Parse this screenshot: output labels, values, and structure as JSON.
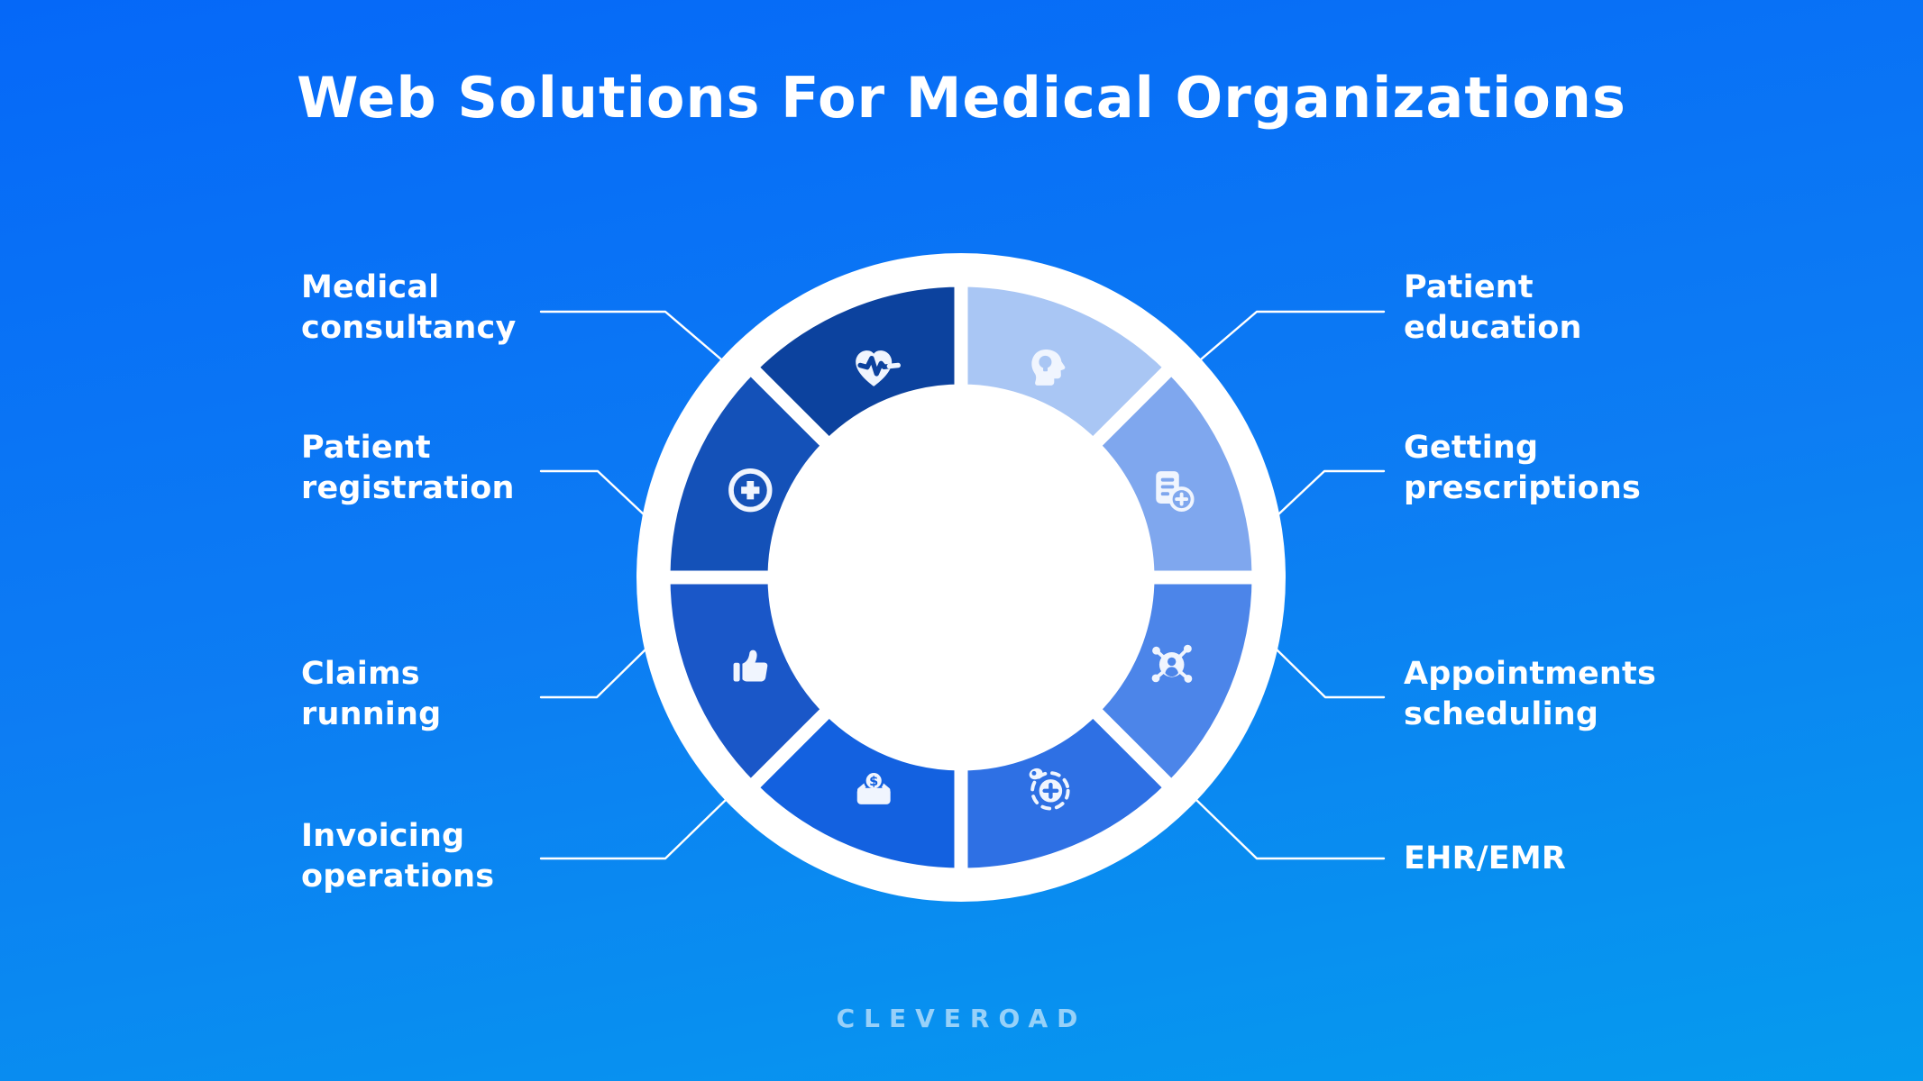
{
  "title": "Web Solutions For Medical Organizations",
  "logo": "CLEVEROAD",
  "colors": {
    "background_top": "#0568f8",
    "background_bottom": "#059bee",
    "ring_white": "#ffffff",
    "icon_white": "#f0f5fe",
    "text": "#ffffff"
  },
  "services": [
    {
      "id": "patient-education",
      "label": "Patient education",
      "color": "#a9c6f4",
      "icon": "head-lightbulb-icon",
      "side": "right"
    },
    {
      "id": "getting-prescriptions",
      "label": "Getting prescriptions",
      "color": "#7fa7ee",
      "icon": "prescription-document-icon",
      "side": "right"
    },
    {
      "id": "appointments-scheduling",
      "label": "Appointments scheduling",
      "color": "#4c85e9",
      "icon": "patient-network-icon",
      "side": "right"
    },
    {
      "id": "ehr-emr",
      "label": "EHR/EMR",
      "color": "#2e70e4",
      "icon": "health-record-orbit-icon",
      "side": "right"
    },
    {
      "id": "invoicing-operations",
      "label": "Invoicing operations",
      "color": "#1361e0",
      "icon": "invoice-envelope-dollar-icon",
      "side": "left"
    },
    {
      "id": "claims-running",
      "label": "Claims running",
      "color": "#1a57c8",
      "icon": "thumbs-up-icon",
      "side": "left"
    },
    {
      "id": "patient-registration",
      "label": "Patient registration",
      "color": "#1451b8",
      "icon": "medical-cross-circle-icon",
      "side": "left"
    },
    {
      "id": "medical-consultancy",
      "label": "Medical consultancy",
      "color": "#0c429e",
      "icon": "heart-pulse-icon",
      "side": "left"
    }
  ],
  "currency_glyph": "$"
}
